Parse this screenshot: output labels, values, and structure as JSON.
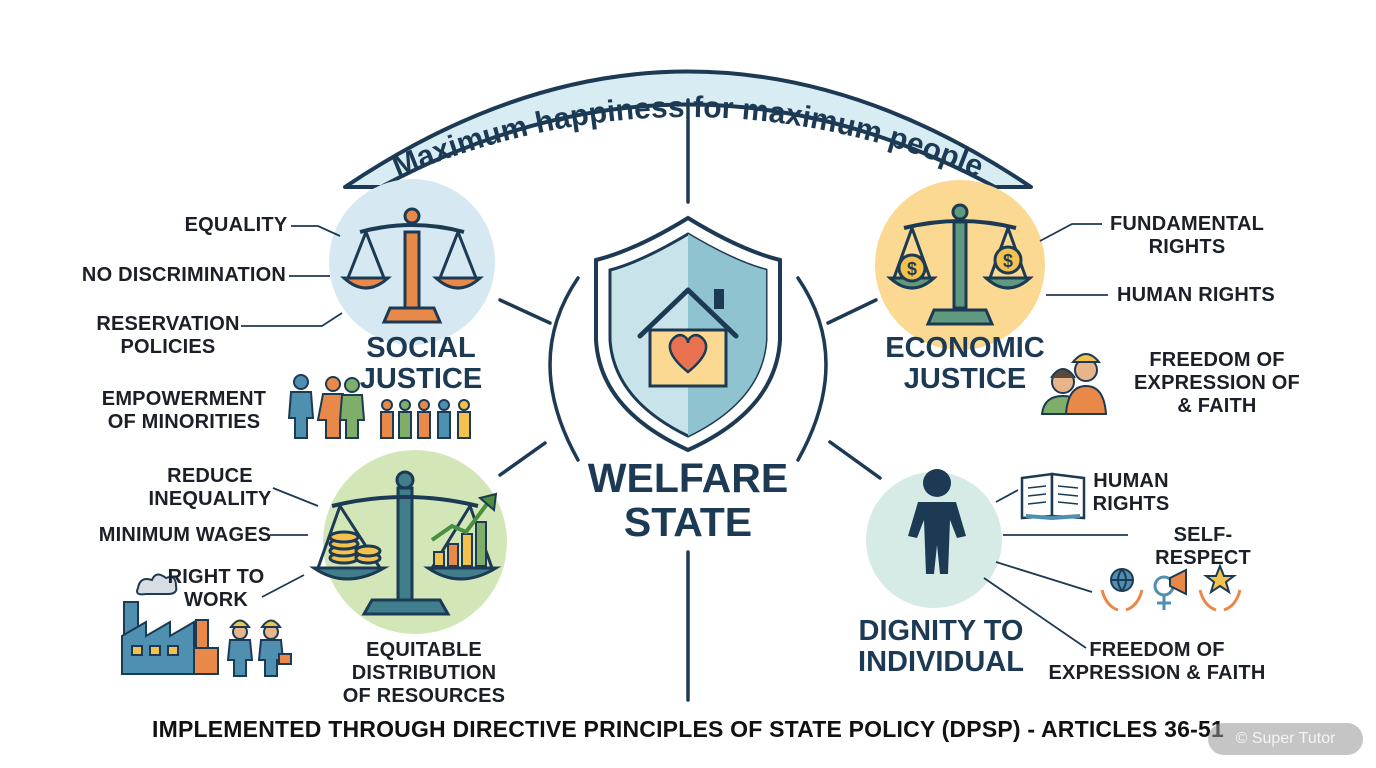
{
  "banner": {
    "text": "Maximum happiness for maximum people"
  },
  "center": {
    "title": "WELFARE\nSTATE"
  },
  "social_justice": {
    "title": "SOCIAL\nJUSTICE",
    "labels": [
      "EQUALITY",
      "NO DISCRIMINATION",
      "RESERVATION\nPOLICIES",
      "EMPOWERMENT\nOF MINORITIES"
    ]
  },
  "economic_justice": {
    "title": "ECONOMIC\nJUSTICE",
    "labels": [
      "FUNDAMENTAL\nRIGHTS",
      "HUMAN RIGHTS",
      "FREEDOM OF\nEXPRESSION OF\n& FAITH"
    ]
  },
  "economic_equality": {
    "labels": [
      "REDUCE\nINEQUALITY",
      "MINIMUM WAGES",
      "RIGHT TO\nWORK",
      "EQUITABLE DISTRIBUTION\nOF RESOURCES"
    ]
  },
  "dignity": {
    "title": "DIGNITY TO\nINDIVIDUAL",
    "labels": [
      "HUMAN\nRIGHTS",
      "SELF-RESPECT",
      "FREEDOM OF\nEXPRESSION & FAITH"
    ]
  },
  "footer": {
    "text": "IMPLEMENTED THROUGH DIRECTIVE PRINCIPLES OF STATE POLICY (DPSP) - ARTICLES 36-51"
  },
  "watermark": {
    "text": "© Super Tutor"
  },
  "colors": {
    "navy": "#1d3a55",
    "teal": "#3f7e8a",
    "orange": "#e8894a",
    "social_circle": "#d6e9f2",
    "economic_circle": "#fbd992",
    "equality_circle": "#d3e6b8",
    "dignity_circle": "#d6ebe6",
    "banner_fill": "#d8ecf3"
  },
  "icons": [
    "scales-of-justice-icon",
    "family-icon",
    "shield-house-icon",
    "heart-icon",
    "money-scales-icon",
    "workers-icon",
    "coins-scales-icon",
    "growth-chart-icon",
    "factory-icon",
    "person-icon",
    "book-icon",
    "globe-hands-icon",
    "megaphone-icon",
    "star-hands-icon"
  ]
}
